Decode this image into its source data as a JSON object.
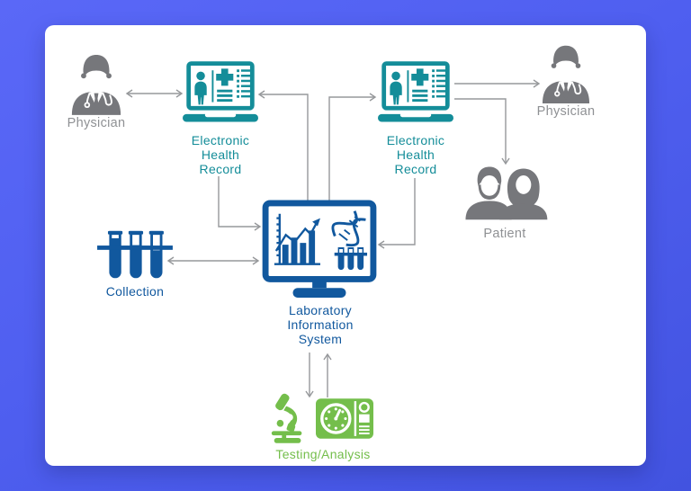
{
  "diagram": {
    "colors": {
      "background_top": "#5a68f7",
      "background_bottom": "#4253e0",
      "card": "#ffffff",
      "teal": "#148d99",
      "blue": "#11589e",
      "green": "#74be4b",
      "icon_gray": "#76777b",
      "label_gray": "#8f9194",
      "connector_gray": "#96989b"
    },
    "nodes": {
      "physician_left": {
        "label": "Physician",
        "icon": "doctor-icon"
      },
      "ehr_left": {
        "label": "Electronic\nHealth\nRecord",
        "icon": "ehr-laptop-icon"
      },
      "ehr_right": {
        "label": "Electronic\nHealth\nRecord",
        "icon": "ehr-laptop-icon"
      },
      "physician_right": {
        "label": "Physician",
        "icon": "doctor-icon"
      },
      "patient": {
        "label": "Patient",
        "icon": "patient-couple-icon"
      },
      "collection": {
        "label": "Collection",
        "icon": "test-tubes-icon"
      },
      "lis": {
        "label": "Laboratory\nInformation\nSystem",
        "icon": "lis-monitor-icon"
      },
      "testing": {
        "label": "Testing/Analysis",
        "icons": [
          "microscope-icon",
          "analyzer-icon"
        ]
      }
    },
    "connections": [
      {
        "from": "physician_left",
        "to": "ehr_left",
        "direction": "both"
      },
      {
        "from": "lis",
        "to": "ehr_left",
        "direction": "one-way"
      },
      {
        "from": "lis",
        "to": "ehr_right",
        "direction": "one-way"
      },
      {
        "from": "ehr_left",
        "to": "lis",
        "direction": "one-way"
      },
      {
        "from": "ehr_right",
        "to": "lis",
        "direction": "one-way"
      },
      {
        "from": "ehr_right",
        "to": "physician_right",
        "direction": "one-way"
      },
      {
        "from": "ehr_right",
        "to": "patient",
        "direction": "one-way"
      },
      {
        "from": "collection",
        "to": "lis",
        "direction": "both"
      },
      {
        "from": "lis",
        "to": "testing",
        "direction": "one-way"
      },
      {
        "from": "testing",
        "to": "lis",
        "direction": "one-way"
      }
    ]
  }
}
